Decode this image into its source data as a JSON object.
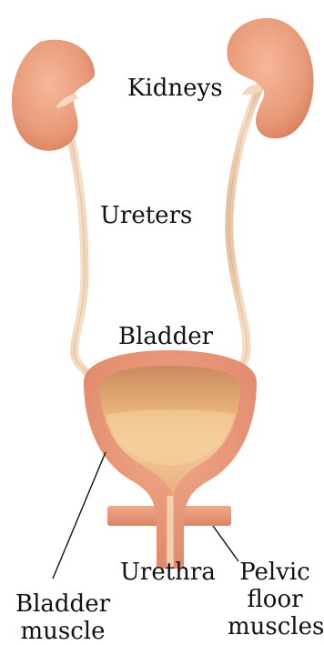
{
  "labels": {
    "kidneys": "Kidneys",
    "ureters": "Ureters",
    "bladder": "Bladder",
    "urethra": "Urethra",
    "bladder_muscle": [
      "Bladder",
      "muscle"
    ],
    "pelvic_floor_muscles": [
      "Pelvic",
      "floor",
      "muscles"
    ]
  },
  "colors": {
    "kidney": "#e89a78",
    "ureter": "#f0d2b6",
    "bladder_wall": "#e8987a",
    "bladder_inner": "#e9b783",
    "pelvic_muscle": "#e8957a",
    "leader_line": "#111111"
  }
}
